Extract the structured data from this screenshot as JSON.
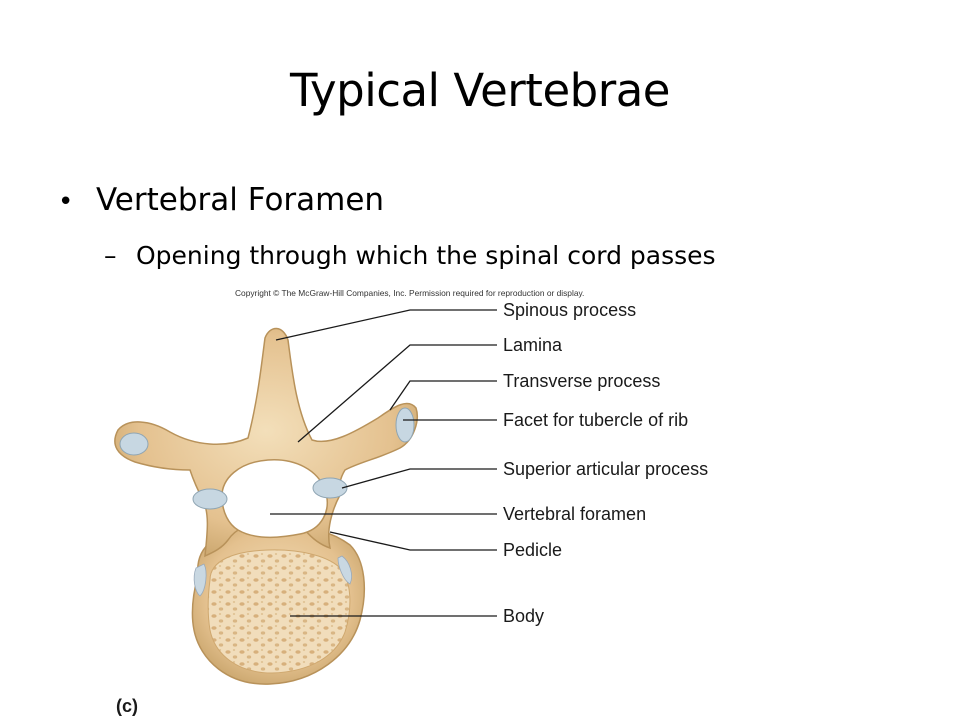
{
  "slide": {
    "title": "Typical Vertebrae",
    "bullet": "Vertebral Foramen",
    "sub_bullet": "Opening through which the spinal cord passes",
    "bullet_marker": "•",
    "sub_bullet_marker": "–"
  },
  "figure": {
    "copyright": "Copyright © The McGraw-Hill Companies, Inc. Permission required for reproduction or display.",
    "panel_label": "(c)",
    "labels": {
      "spinous_process": "Spinous process",
      "lamina": "Lamina",
      "transverse_process": "Transverse process",
      "facet_for_tubercle": "Facet for tubercle of rib",
      "superior_articular_process": "Superior articular process",
      "vertebral_foramen": "Vertebral foramen",
      "pedicle": "Pedicle",
      "body": "Body"
    },
    "colors": {
      "bone": "#e9cfa3",
      "bone_shadow": "#c9a56c",
      "facet": "#c7d7e2",
      "leader_line": "#1a1a1a"
    }
  }
}
